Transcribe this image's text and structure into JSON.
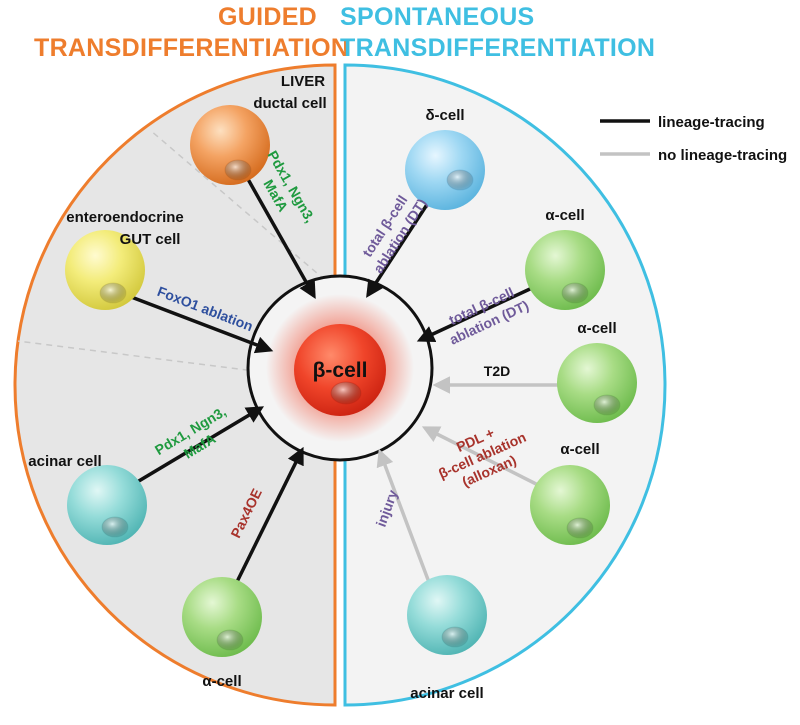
{
  "headers": {
    "guided_line1": "GUIDED",
    "guided_line2": "TRANSDIFFERENTIATION",
    "spont_line1": "SPONTANEOUS",
    "spont_line2": "TRANSDIFFERENTIATION"
  },
  "legend": {
    "lineage": "lineage-tracing",
    "no_lineage": "no lineage-tracing"
  },
  "center": {
    "label": "β-cell"
  },
  "cells": {
    "liver": {
      "line1": "LIVER",
      "line2": "ductal cell"
    },
    "gut": {
      "line1": "enteroendocrine",
      "line2": "GUT cell"
    },
    "acinar_left": {
      "label": "acinar cell"
    },
    "alpha_bottom": {
      "label": "α-cell"
    },
    "delta": {
      "label": "δ-cell"
    },
    "alpha_r1": {
      "label": "α-cell"
    },
    "alpha_r2": {
      "label": "α-cell"
    },
    "alpha_r3": {
      "label": "α-cell"
    },
    "acinar_right": {
      "label": "acinar cell"
    }
  },
  "arrows": {
    "liver": {
      "line1": "Pdx1, Ngn3,",
      "line2": "MafA"
    },
    "gut": {
      "label": "FoxO1 ablation"
    },
    "acinar_left": {
      "line1": "Pdx1, Ngn3,",
      "line2": "MafA"
    },
    "alpha_bottom": {
      "label": "Pax4OE"
    },
    "delta": {
      "line1": "total β-cell",
      "line2": "ablation (DT)"
    },
    "alpha_r1": {
      "line1": "total β-cell",
      "line2": "ablation (DT)"
    },
    "alpha_r2": {
      "label": "T2D"
    },
    "alpha_r3": {
      "line1": "PDL +",
      "line2": "β-cell ablation",
      "line3": "(alloxan)"
    },
    "acinar_right": {
      "label": "injury"
    }
  },
  "colors": {
    "guided": "#ee7d2d",
    "spontaneous": "#3fbfe2",
    "green_text": "#1f9a3f",
    "blue_text": "#2e4f9e",
    "purple_text": "#6f5a9a",
    "red_text": "#a8332c",
    "lineage_arrow": "#111111",
    "no_lineage_arrow": "#c3c3c3"
  }
}
